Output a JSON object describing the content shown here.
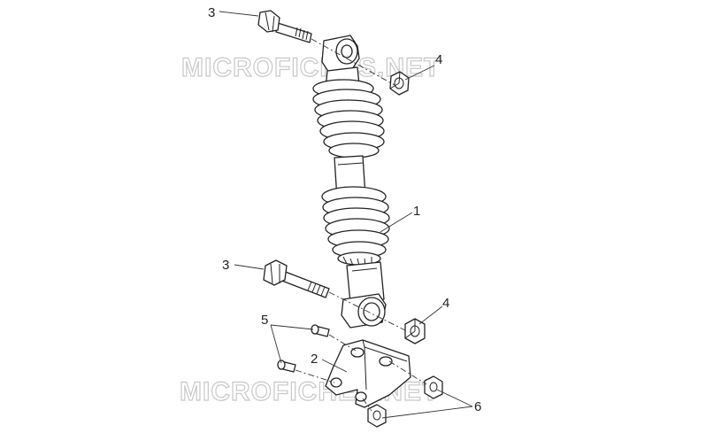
{
  "diagram": {
    "watermark": "MICROFICHES.NET",
    "callouts": [
      {
        "id": "label-3-top",
        "text": "3"
      },
      {
        "id": "label-4-top",
        "text": "4"
      },
      {
        "id": "label-1",
        "text": "1"
      },
      {
        "id": "label-3-mid",
        "text": "3"
      },
      {
        "id": "label-4-mid",
        "text": "4"
      },
      {
        "id": "label-5",
        "text": "5"
      },
      {
        "id": "label-2",
        "text": "2"
      },
      {
        "id": "label-6",
        "text": "6"
      }
    ]
  }
}
